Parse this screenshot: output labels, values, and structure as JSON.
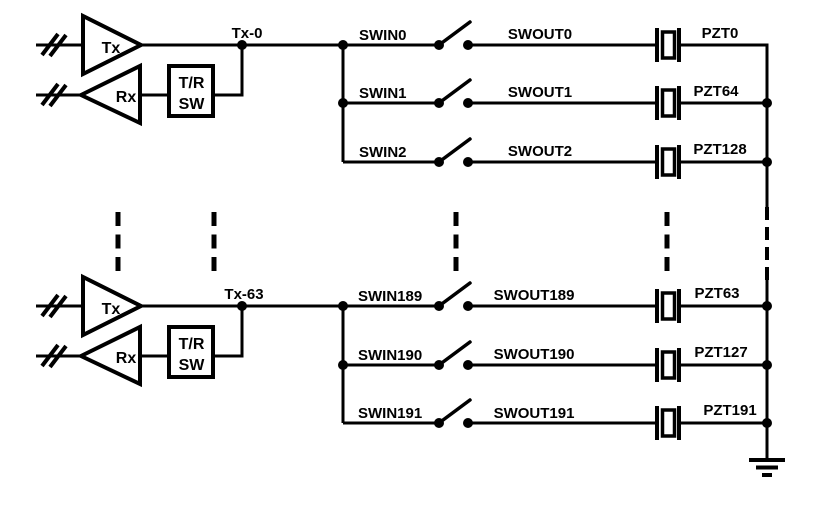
{
  "canvas": {
    "background": "#ffffff",
    "ink": "#000000"
  },
  "channels": [
    {
      "tx_label": "Tx",
      "rx_label": "Rx",
      "trsw_line1": "T/R",
      "trsw_line2": "SW",
      "node_label": "Tx-0",
      "rows": [
        {
          "swin": "SWIN0",
          "swout": "SWOUT0",
          "pzt": "PZT0"
        },
        {
          "swin": "SWIN1",
          "swout": "SWOUT1",
          "pzt": "PZT64"
        },
        {
          "swin": "SWIN2",
          "swout": "SWOUT2",
          "pzt": "PZT128"
        }
      ]
    },
    {
      "tx_label": "Tx",
      "rx_label": "Rx",
      "trsw_line1": "T/R",
      "trsw_line2": "SW",
      "node_label": "Tx-63",
      "rows": [
        {
          "swin": "SWIN189",
          "swout": "SWOUT189",
          "pzt": "PZT63"
        },
        {
          "swin": "SWIN190",
          "swout": "SWOUT190",
          "pzt": "PZT127"
        },
        {
          "swin": "SWIN191",
          "swout": "SWOUT191",
          "pzt": "PZT191"
        }
      ]
    }
  ]
}
